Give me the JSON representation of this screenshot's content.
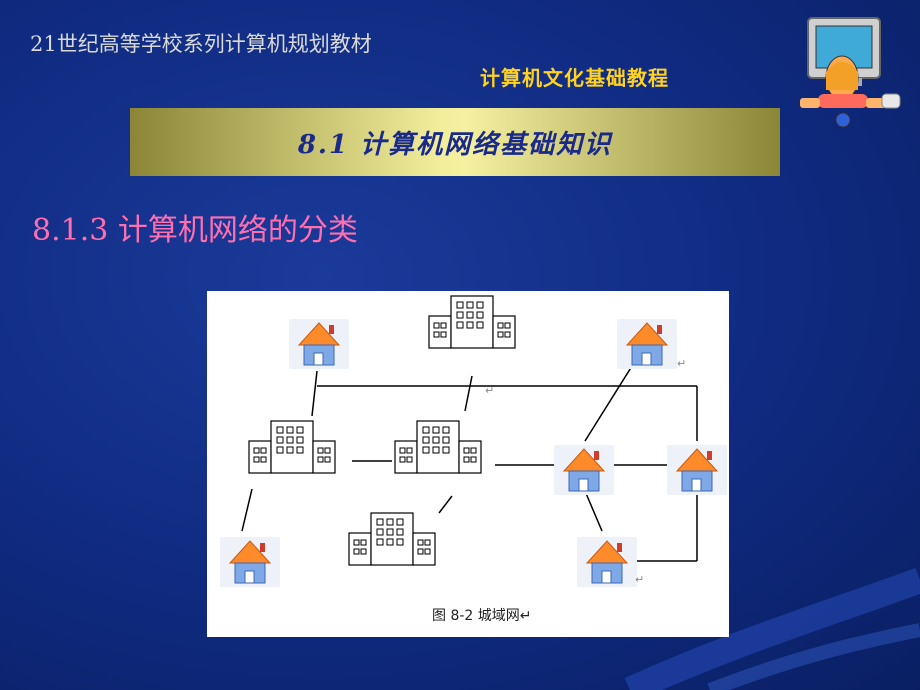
{
  "header": {
    "series_title": "21世纪高等学校系列计算机规划教材",
    "book_title": "计算机文化基础教程"
  },
  "banner": {
    "title": "8.1 计算机网络基础知识"
  },
  "section": {
    "title": "8.1.3   计算机网络的分类"
  },
  "figure": {
    "caption": "图 8-2    城域网↵"
  },
  "colors": {
    "background": "#0f2a80",
    "title_text": "#ffd21f",
    "section_text": "#ff6fb0",
    "banner_text": "#1a2a8a"
  }
}
